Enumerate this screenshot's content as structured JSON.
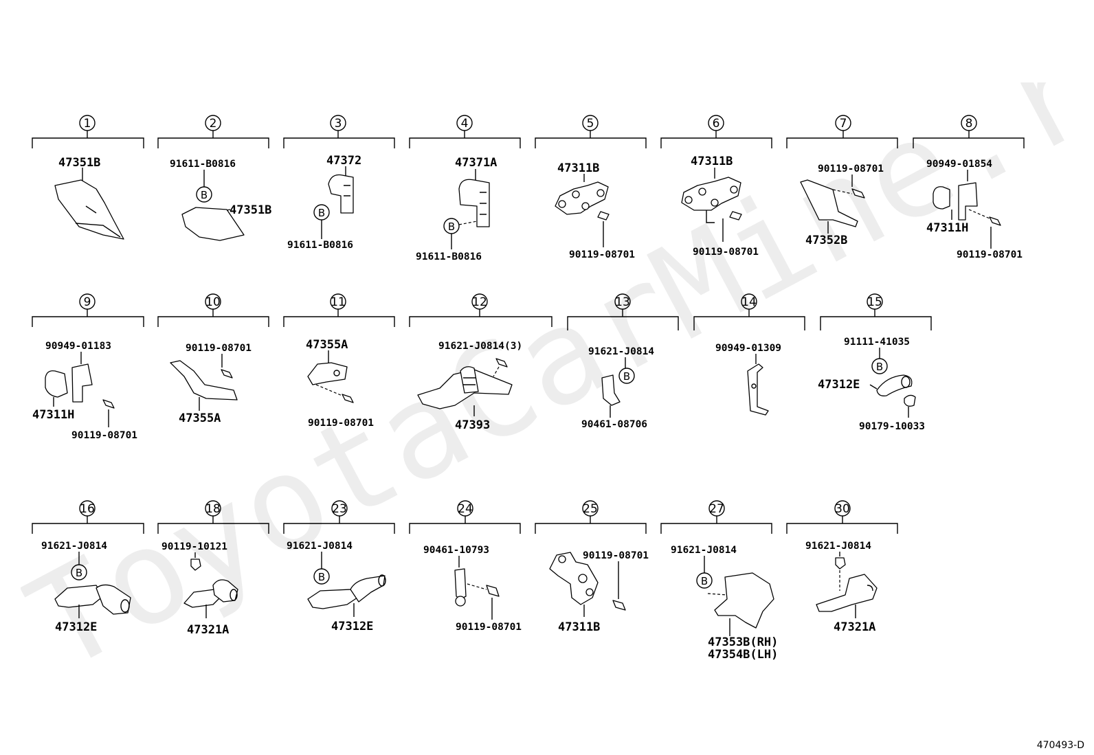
{
  "diagram_code": "470493-D",
  "watermark": "ToyotaCarMine.ru",
  "groups": [
    {
      "index": "1",
      "labels": [
        "47351B"
      ]
    },
    {
      "index": "2",
      "labels": [
        "91611-B0816",
        "47351B"
      ]
    },
    {
      "index": "3",
      "labels": [
        "47372",
        "91611-B0816"
      ]
    },
    {
      "index": "4",
      "labels": [
        "47371A",
        "91611-B0816"
      ]
    },
    {
      "index": "5",
      "labels": [
        "47311B",
        "90119-08701"
      ]
    },
    {
      "index": "6",
      "labels": [
        "47311B",
        "90119-08701"
      ]
    },
    {
      "index": "7",
      "labels": [
        "90119-08701",
        "47352B"
      ]
    },
    {
      "index": "8",
      "labels": [
        "90949-01854",
        "47311H",
        "90119-08701"
      ]
    },
    {
      "index": "9",
      "labels": [
        "90949-01183",
        "47311H",
        "90119-08701"
      ]
    },
    {
      "index": "10",
      "labels": [
        "90119-08701",
        "47355A"
      ]
    },
    {
      "index": "11",
      "labels": [
        "47355A",
        "90119-08701"
      ]
    },
    {
      "index": "12",
      "labels": [
        "91621-J0814(3)",
        "47393"
      ]
    },
    {
      "index": "13",
      "labels": [
        "91621-J0814",
        "90461-08706"
      ]
    },
    {
      "index": "14",
      "labels": [
        "90949-01309"
      ]
    },
    {
      "index": "15",
      "labels": [
        "91111-41035",
        "47312E",
        "90179-10033"
      ]
    },
    {
      "index": "16",
      "labels": [
        "91621-J0814",
        "47312E"
      ]
    },
    {
      "index": "18",
      "labels": [
        "90119-10121",
        "47321A"
      ]
    },
    {
      "index": "23",
      "labels": [
        "91621-J0814",
        "47312E"
      ]
    },
    {
      "index": "24",
      "labels": [
        "90461-10793",
        "90119-08701"
      ]
    },
    {
      "index": "25",
      "labels": [
        "90119-08701",
        "47311B"
      ]
    },
    {
      "index": "27",
      "labels": [
        "91621-J0814",
        "47353B(RH)",
        "47354B(LH)"
      ]
    },
    {
      "index": "30",
      "labels": [
        "91621-J0814",
        "47321A"
      ]
    }
  ],
  "b_marker": "B"
}
